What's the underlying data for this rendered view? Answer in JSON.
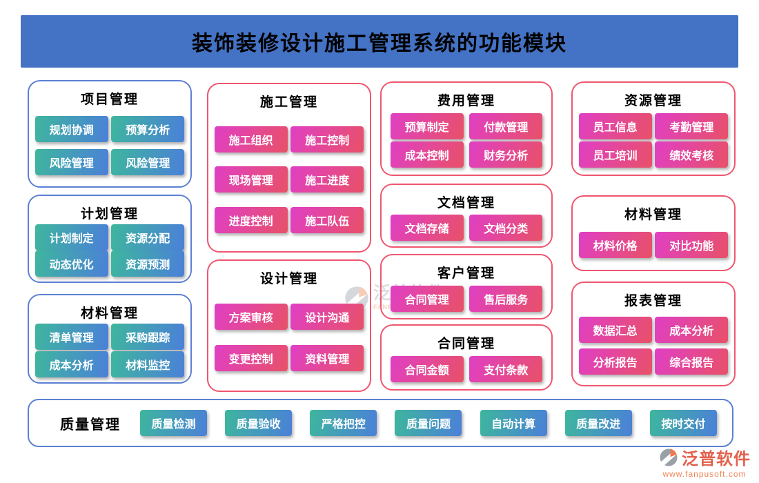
{
  "header": {
    "title": "装饰装修设计施工管理系统的功能模块"
  },
  "modules": [
    {
      "title": "项目管理",
      "theme": "blue",
      "buttons": [
        "规划协调",
        "预算分析",
        "风险管理",
        "风险管理"
      ]
    },
    {
      "title": "计划管理",
      "theme": "blue",
      "buttons": [
        "计划制定",
        "资源分配",
        "动态优化",
        "资源预测"
      ]
    },
    {
      "title": "材料管理",
      "theme": "blue",
      "buttons": [
        "清单管理",
        "采购跟踪",
        "成本分析",
        "材料监控"
      ]
    },
    {
      "title": "施工管理",
      "theme": "red",
      "buttons": [
        "施工组织",
        "施工控制",
        "现场管理",
        "施工进度",
        "进度控制",
        "施工队伍"
      ]
    },
    {
      "title": "设计管理",
      "theme": "red",
      "buttons": [
        "方案审核",
        "设计沟通",
        "变更控制",
        "资料管理"
      ]
    },
    {
      "title": "费用管理",
      "theme": "red",
      "buttons": [
        "预算制定",
        "付款管理",
        "成本控制",
        "财务分析"
      ]
    },
    {
      "title": "文档管理",
      "theme": "red",
      "buttons": [
        "文档存储",
        "文档分类"
      ]
    },
    {
      "title": "客户管理",
      "theme": "red",
      "buttons": [
        "合同管理",
        "售后服务"
      ]
    },
    {
      "title": "合同管理",
      "theme": "red",
      "buttons": [
        "合同金额",
        "支付条款"
      ]
    },
    {
      "title": "资源管理",
      "theme": "red",
      "buttons": [
        "员工信息",
        "考勤管理",
        "员工培训",
        "绩效考核"
      ]
    },
    {
      "title": "材料管理",
      "theme": "red",
      "buttons": [
        "材料价格",
        "对比功能"
      ]
    },
    {
      "title": "报表管理",
      "theme": "red",
      "buttons": [
        "数据汇总",
        "成本分析",
        "分析报告",
        "综合报告"
      ]
    }
  ],
  "quality": {
    "title": "质量管理",
    "buttons": [
      "质量检测",
      "质量验收",
      "严格把控",
      "质量问题",
      "自动计算",
      "质量改进",
      "按时交付"
    ]
  },
  "watermark": {
    "brand": "泛普软件",
    "sub": "FANPU SOFTWARE"
  },
  "footer": {
    "brand": "泛普软件",
    "url": "www.fanpusoft.com"
  },
  "colors": {
    "header_bg": "#4472c4",
    "blue_border": "#5b80d2",
    "red_border": "#f0556e",
    "teal_gradient": [
      "#3eb69e",
      "#4b80d8"
    ],
    "pink_gradient": [
      "#e03fc4",
      "#e85168"
    ],
    "brand_color": "#e2614d",
    "url_color": "#ef8557"
  }
}
